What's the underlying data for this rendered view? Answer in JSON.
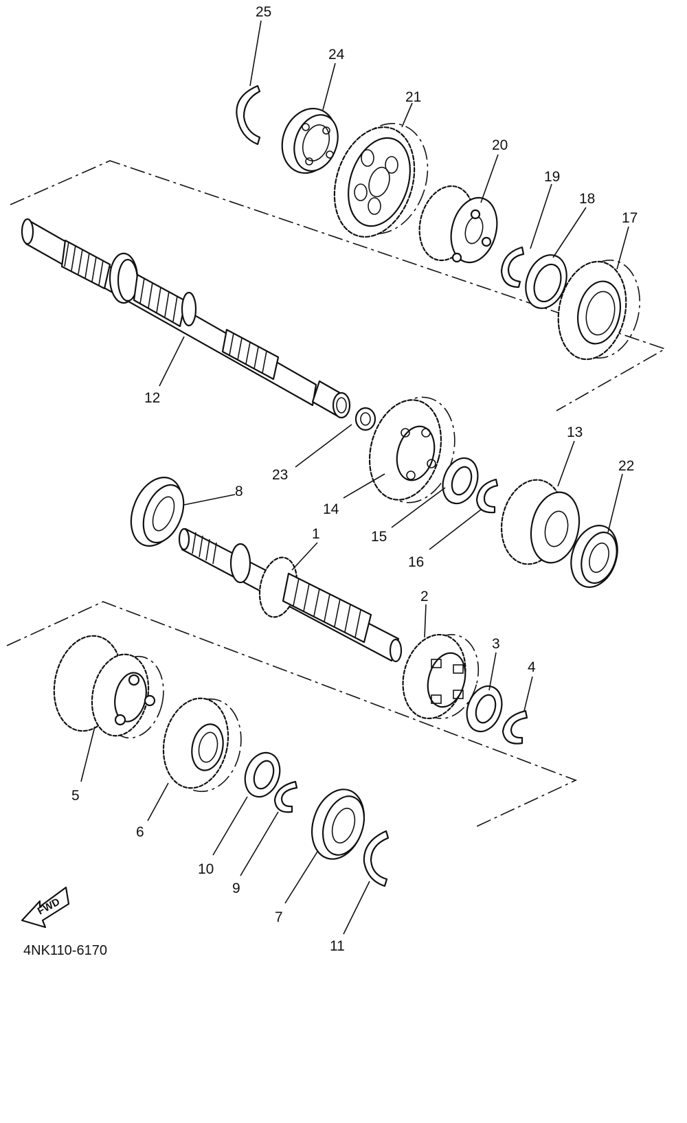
{
  "diagram": {
    "drawing_code": "4NK110-6170",
    "direction_label": "FWD",
    "callouts": [
      {
        "id": "1",
        "text": "1"
      },
      {
        "id": "2",
        "text": "2"
      },
      {
        "id": "3",
        "text": "3"
      },
      {
        "id": "4",
        "text": "4"
      },
      {
        "id": "5",
        "text": "5"
      },
      {
        "id": "6",
        "text": "6"
      },
      {
        "id": "7",
        "text": "7"
      },
      {
        "id": "8",
        "text": "8"
      },
      {
        "id": "9",
        "text": "9"
      },
      {
        "id": "10",
        "text": "10"
      },
      {
        "id": "11",
        "text": "11"
      },
      {
        "id": "12",
        "text": "12"
      },
      {
        "id": "13",
        "text": "13"
      },
      {
        "id": "14",
        "text": "14"
      },
      {
        "id": "15",
        "text": "15"
      },
      {
        "id": "16",
        "text": "16"
      },
      {
        "id": "17",
        "text": "17"
      },
      {
        "id": "18",
        "text": "18"
      },
      {
        "id": "19",
        "text": "19"
      },
      {
        "id": "20",
        "text": "20"
      },
      {
        "id": "21",
        "text": "21"
      },
      {
        "id": "22",
        "text": "22"
      },
      {
        "id": "23",
        "text": "23"
      },
      {
        "id": "24",
        "text": "24"
      },
      {
        "id": "25",
        "text": "25"
      }
    ]
  }
}
